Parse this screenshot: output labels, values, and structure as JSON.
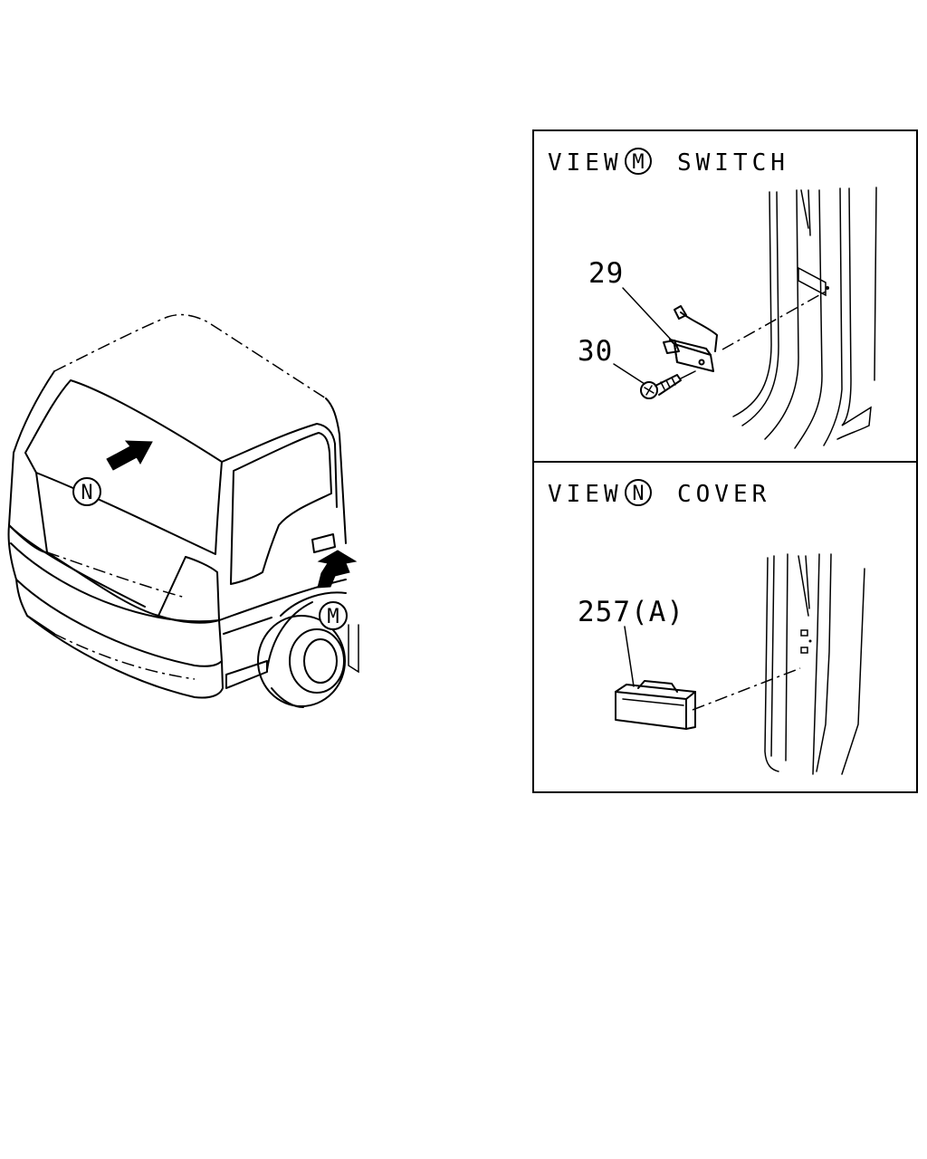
{
  "views": [
    {
      "prefix": "VIEW",
      "marker": "M",
      "name": "SWITCH"
    },
    {
      "prefix": "VIEW",
      "marker": "N",
      "name": "COVER"
    }
  ],
  "callouts": {
    "switch_part": "29",
    "screw_part": "30",
    "cover_part": "257(A)"
  },
  "truck_markers": {
    "front": "N",
    "side": "M"
  },
  "icons": {
    "arrow": "view-direction-arrow-icon",
    "marker": "circled-letter-icon"
  }
}
